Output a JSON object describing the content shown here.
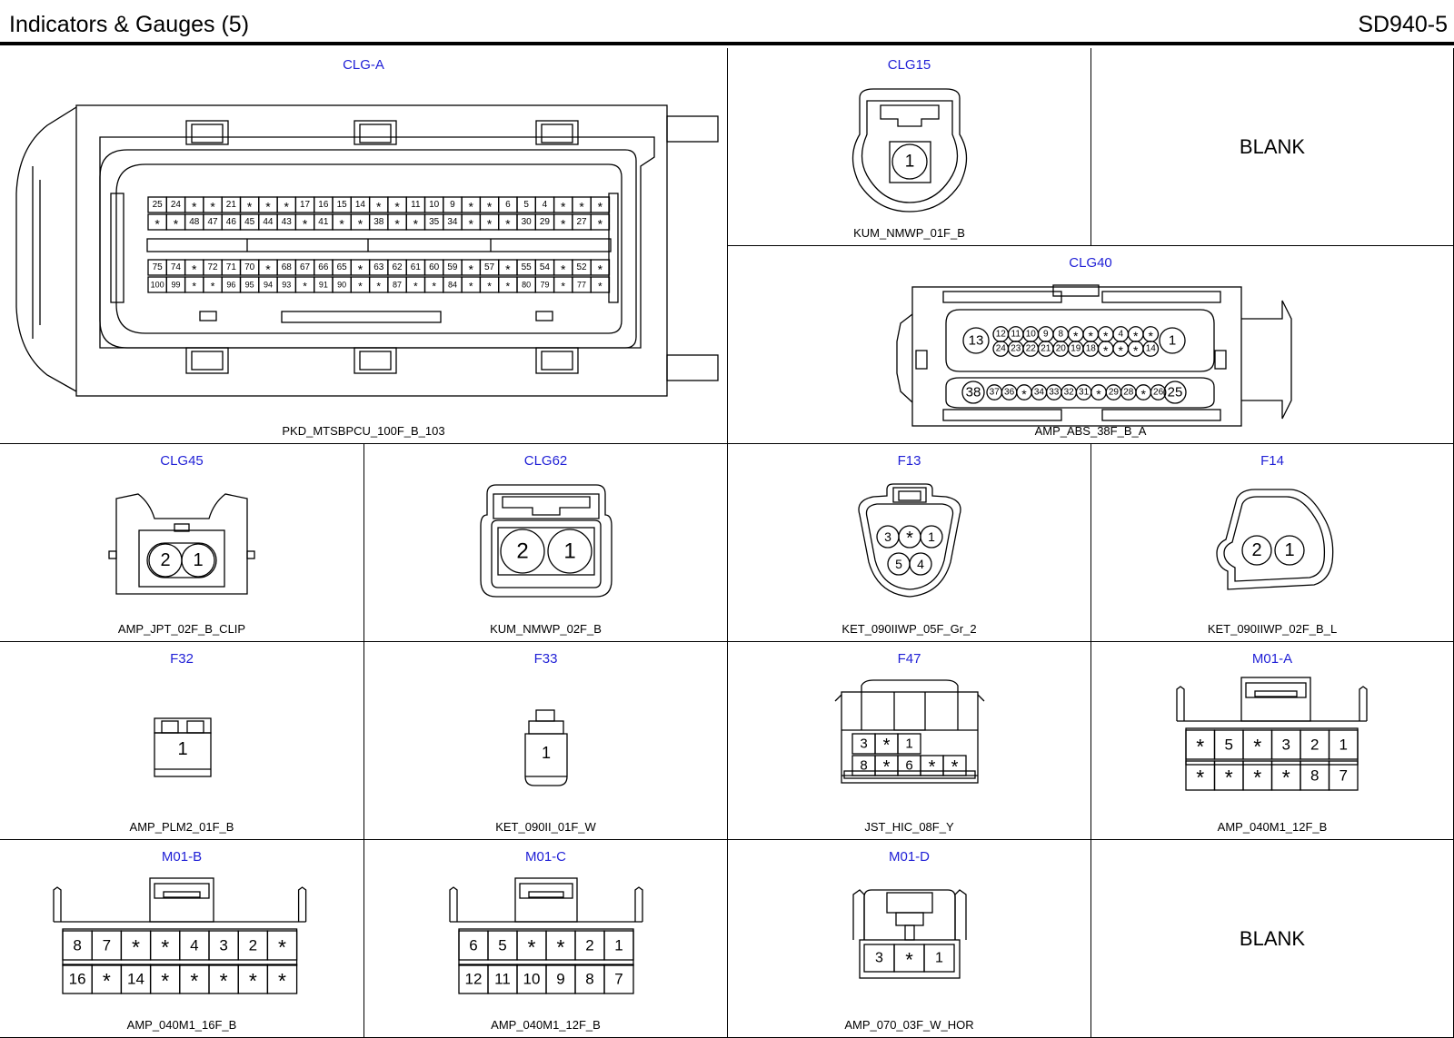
{
  "header": {
    "title": "Indicators & Gauges (5)",
    "code": "SD940-5"
  },
  "connectors": [
    {
      "id": "clg-a",
      "name": "CLG-A",
      "type": "PKD_MTSBPCU_100F_B_103",
      "rows": [
        [
          "25",
          "24",
          "*",
          "*",
          "21",
          "*",
          "*",
          "*",
          "17",
          "16",
          "15",
          "14",
          "*",
          "*",
          "11",
          "10",
          "9",
          "*",
          "*",
          "6",
          "5",
          "4",
          "*",
          "*",
          "*"
        ],
        [
          "*",
          "*",
          "48",
          "47",
          "46",
          "45",
          "44",
          "43",
          "*",
          "41",
          "*",
          "*",
          "38",
          "*",
          "*",
          "35",
          "34",
          "*",
          "*",
          "*",
          "30",
          "29",
          "*",
          "27",
          "*"
        ],
        [
          "75",
          "74",
          "*",
          "72",
          "71",
          "70",
          "*",
          "68",
          "67",
          "66",
          "65",
          "*",
          "63",
          "62",
          "61",
          "60",
          "59",
          "*",
          "57",
          "*",
          "55",
          "54",
          "*",
          "52",
          "*"
        ],
        [
          "100",
          "99",
          "*",
          "*",
          "96",
          "95",
          "94",
          "93",
          "*",
          "91",
          "90",
          "*",
          "*",
          "87",
          "*",
          "*",
          "84",
          "*",
          "*",
          "*",
          "80",
          "79",
          "*",
          "77",
          "*"
        ]
      ]
    },
    {
      "id": "clg15",
      "name": "CLG15",
      "type": "KUM_NMWP_01F_B",
      "pins": [
        "1"
      ]
    },
    {
      "id": "blank-1",
      "blank": "BLANK"
    },
    {
      "id": "clg40",
      "name": "CLG40",
      "type": "AMP_ABS_38F_B_A",
      "row1": [
        "12",
        "11",
        "10",
        "9",
        "8",
        "*",
        "*",
        "*",
        "4",
        "*",
        "*"
      ],
      "row2": [
        "24",
        "23",
        "22",
        "21",
        "20",
        "19",
        "18",
        "*",
        "*",
        "*",
        "14"
      ],
      "row3": [
        "37",
        "36",
        "*",
        "34",
        "33",
        "32",
        "31",
        "*",
        "29",
        "28",
        "*",
        "26"
      ],
      "big": [
        "13",
        "1",
        "38",
        "25"
      ]
    },
    {
      "id": "clg45",
      "name": "CLG45",
      "type": "AMP_JPT_02F_B_CLIP",
      "pins": [
        "2",
        "1"
      ]
    },
    {
      "id": "clg62",
      "name": "CLG62",
      "type": "KUM_NMWP_02F_B",
      "pins": [
        "2",
        "1"
      ]
    },
    {
      "id": "f13",
      "name": "F13",
      "type": "KET_090IIWP_05F_Gr_2",
      "pins": [
        "3",
        "*",
        "1",
        "5",
        "4"
      ]
    },
    {
      "id": "f14",
      "name": "F14",
      "type": "KET_090IIWP_02F_B_L",
      "pins": [
        "2",
        "1"
      ]
    },
    {
      "id": "f32",
      "name": "F32",
      "type": "AMP_PLM2_01F_B",
      "pins": [
        "1"
      ]
    },
    {
      "id": "f33",
      "name": "F33",
      "type": "KET_090II_01F_W",
      "pins": [
        "1"
      ]
    },
    {
      "id": "f47",
      "name": "F47",
      "type": "JST_HIC_08F_Y",
      "rows": [
        [
          "3",
          "*",
          "1"
        ],
        [
          "8",
          "*",
          "6",
          "*",
          "*"
        ]
      ]
    },
    {
      "id": "m01-a",
      "name": "M01-A",
      "type": "AMP_040M1_12F_B",
      "rows": [
        [
          "*",
          "5",
          "*",
          "3",
          "2",
          "1"
        ],
        [
          "*",
          "*",
          "*",
          "*",
          "8",
          "7"
        ]
      ]
    },
    {
      "id": "m01-b",
      "name": "M01-B",
      "type": "AMP_040M1_16F_B",
      "rows": [
        [
          "8",
          "7",
          "*",
          "*",
          "4",
          "3",
          "2",
          "*"
        ],
        [
          "16",
          "*",
          "14",
          "*",
          "*",
          "*",
          "*",
          "*"
        ]
      ]
    },
    {
      "id": "m01-c",
      "name": "M01-C",
      "type": "AMP_040M1_12F_B",
      "rows": [
        [
          "6",
          "5",
          "*",
          "*",
          "2",
          "1"
        ],
        [
          "12",
          "11",
          "10",
          "9",
          "8",
          "7"
        ]
      ]
    },
    {
      "id": "m01-d",
      "name": "M01-D",
      "type": "AMP_070_03F_W_HOR",
      "rows": [
        [
          "3",
          "*",
          "1"
        ]
      ]
    },
    {
      "id": "blank-2",
      "blank": "BLANK"
    }
  ]
}
